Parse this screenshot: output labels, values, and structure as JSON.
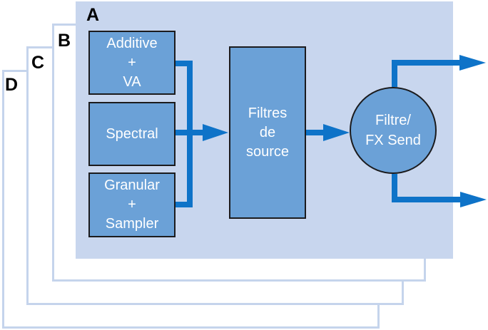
{
  "diagram": {
    "layers": [
      {
        "label": "A"
      },
      {
        "label": "B"
      },
      {
        "label": "C"
      },
      {
        "label": "D"
      }
    ],
    "sources": [
      {
        "label": "Additive\n+\nVA"
      },
      {
        "label": "Spectral"
      },
      {
        "label": "Granular\n+\nSampler"
      }
    ],
    "source_filter": {
      "label": "Filtres\nde\nsource"
    },
    "filter_fx_send": {
      "label": "Filtre/\nFX Send"
    }
  },
  "colors": {
    "panel_fill": "#c8d6ee",
    "panel_border": "#c5d4ec",
    "node_fill": "#6ba1d7",
    "node_border": "#1b1b1d",
    "node_text": "#ffffff",
    "arrow": "#0e73c8",
    "label_text": "#000000"
  }
}
